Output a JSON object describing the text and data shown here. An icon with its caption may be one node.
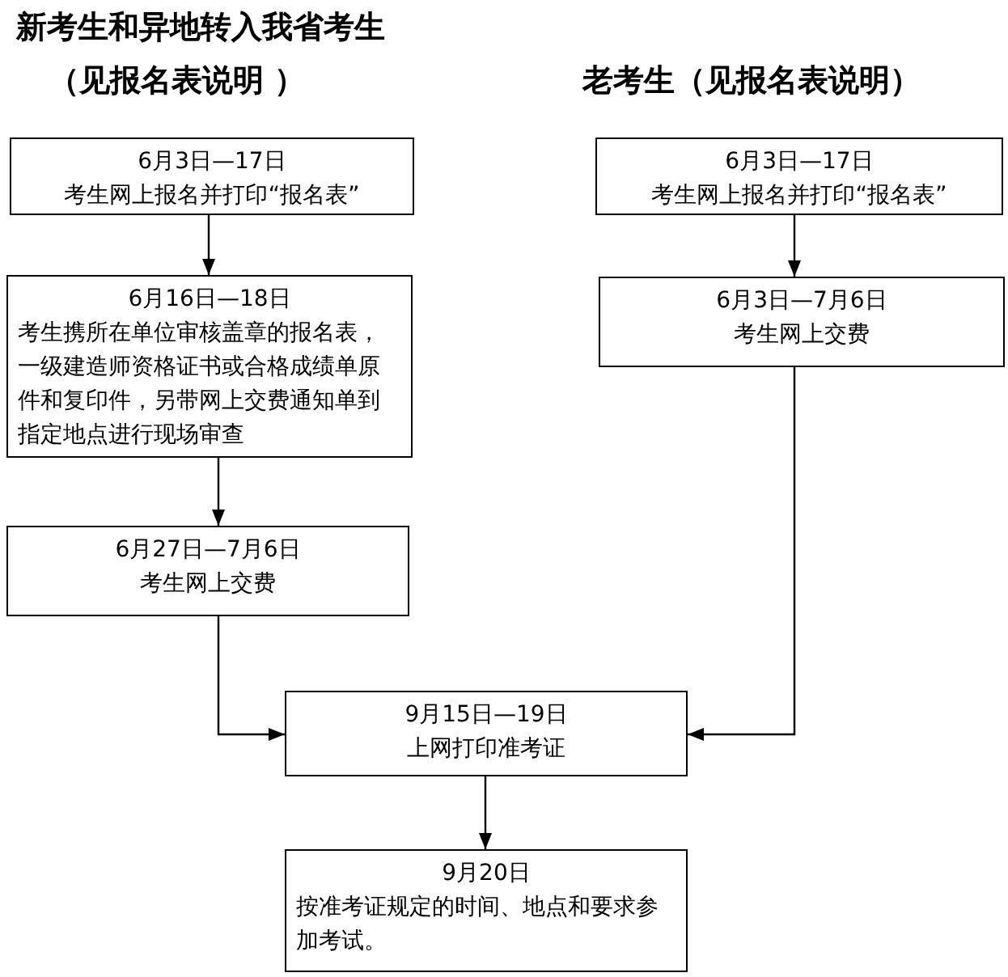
{
  "diagram": {
    "nodes": [
      {
        "text": [
          "6月3日—17日",
          "考生网上报名并打印“报名表”"
        ]
      },
      {
        "text": [
          "6月16日—18日",
          "考生携所在单位审核盖章的报名表，一级建造师资格证书或合格成绩单原件和复印件，另带网上交费通知单到指定地点进行现场审查"
        ]
      },
      {
        "text": [
          "6月27日—7月6日",
          "考生网上交费"
        ]
      },
      {
        "text": [
          "6月3日—17日",
          "考生网上报名并打印“报名表”"
        ]
      },
      {
        "text": [
          "6月3日—7月6日",
          "考生网上交费"
        ]
      },
      {
        "text": [
          "9月15日—19日",
          "上网打印准考证"
        ]
      },
      {
        "text": [
          "9月20日",
          "按准考证规定的时间、地点和要求参加考试。"
        ]
      }
    ],
    "edges": [
      {
        "from": 0,
        "to": 1,
        "arrow": "to"
      },
      {
        "from": 1,
        "to": 2,
        "arrow": "to"
      },
      {
        "from": 2,
        "to": 5,
        "arrow": "to"
      },
      {
        "from": 3,
        "to": 4,
        "arrow": "to"
      },
      {
        "from": 4,
        "to": 5,
        "arrow": "to"
      },
      {
        "from": 5,
        "to": 6,
        "arrow": "to"
      }
    ],
    "labels": [
      "新考生和异地转入我省考生",
      "（见报名表说明 ）",
      "老考生（见报名表说明）"
    ]
  }
}
